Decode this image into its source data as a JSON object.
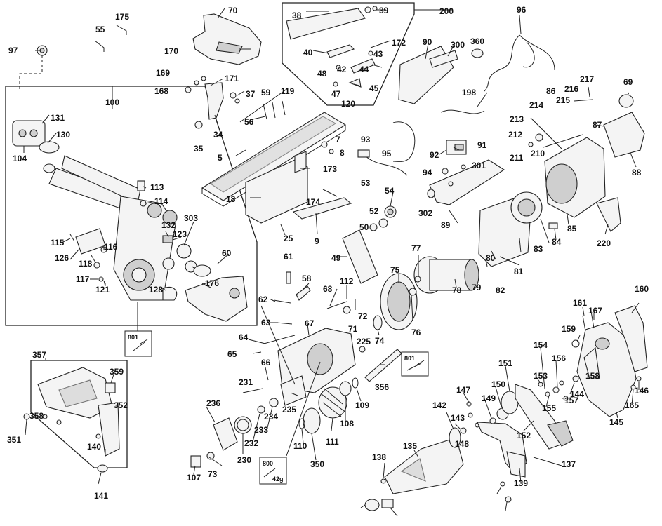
{
  "diagram": {
    "callouts": [
      "97",
      "55",
      "175",
      "70",
      "170",
      "169",
      "168",
      "171",
      "37",
      "34",
      "35",
      "59",
      "119",
      "56",
      "5",
      "200",
      "38",
      "39",
      "40",
      "172",
      "43",
      "48",
      "42",
      "44",
      "47",
      "45",
      "120",
      "90",
      "300",
      "360",
      "96",
      "198",
      "217",
      "216",
      "86",
      "215",
      "214",
      "213",
      "212",
      "210",
      "211",
      "87",
      "69",
      "88",
      "93",
      "95",
      "7",
      "8",
      "92",
      "91",
      "94",
      "301",
      "173",
      "18",
      "174",
      "25",
      "9",
      "53",
      "54",
      "52",
      "50",
      "302",
      "89",
      "49",
      "61",
      "58",
      "62",
      "63",
      "64",
      "65",
      "67",
      "68",
      "112",
      "71",
      "72",
      "225",
      "77",
      "75",
      "76",
      "74",
      "78",
      "79",
      "80",
      "81",
      "82",
      "83",
      "84",
      "85",
      "220",
      "100",
      "131",
      "130",
      "104",
      "113",
      "114",
      "303",
      "132",
      "123",
      "115",
      "126",
      "116",
      "118",
      "117",
      "121",
      "128",
      "176",
      "60",
      "66",
      "231",
      "236",
      "235",
      "234",
      "233",
      "232",
      "230",
      "73",
      "107",
      "110",
      "109",
      "108",
      "111",
      "350",
      "356",
      "357",
      "359",
      "352",
      "358",
      "351",
      "140",
      "141",
      "142",
      "143",
      "147",
      "148",
      "149",
      "150",
      "151",
      "152",
      "153",
      "154",
      "155",
      "156",
      "157",
      "158",
      "159",
      "161",
      "167",
      "160",
      "144",
      "145",
      "146",
      "165",
      "137",
      "139",
      "138",
      "135"
    ],
    "badges": [
      {
        "code": "801",
        "name": "badge-801-left"
      },
      {
        "code": "801",
        "name": "badge-801-right"
      },
      {
        "code": "800",
        "sub": "42g",
        "name": "badge-800"
      }
    ]
  }
}
